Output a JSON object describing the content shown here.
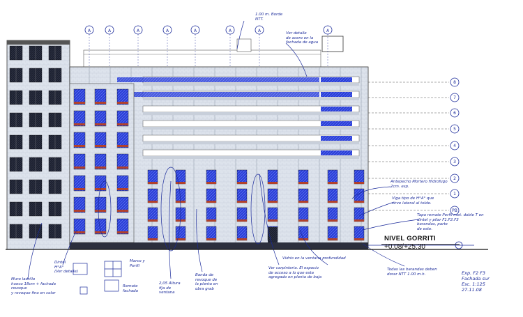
{
  "level_marker": {
    "name": "NIVEL GORRITI",
    "elevation": "+0.08/+25.30"
  },
  "floor_numbers": [
    "8",
    "7",
    "6",
    "5",
    "4",
    "3",
    "2",
    "1",
    "PB"
  ],
  "axis_marks": [
    "A",
    "A",
    "A",
    "A",
    "A",
    "A",
    "A",
    "A",
    "A"
  ],
  "annotations": {
    "top_a": "1.00 m. Borde\nNTT.",
    "top_b": "Ver detalle\nde acero en la\nfachada de agua",
    "right_1": "Antepecho Mortero Hidrofugo\n2cm. esp.",
    "right_2": "Viga tipo de H°A° que\nsirve lateral al toldo.",
    "right_3": "Tapa remate   Perfil met. doble T en\ndintel y pilar F1.F2.F3\nbarandas, parte\nde este.",
    "bottom_1": "Muro ladrillo\nhueco 18cm + fachada\nrevoque\ny revoque fino en color",
    "bottom_2": "Dintel\nH°A°\n(Ver detalle)",
    "bottom_3": "Marco y\nPerfil",
    "bottom_4": "Remate\nfachada",
    "bottom_5": "2,05 Altura\nfija de\nventana",
    "bottom_6": "Banda de\nrevoque de\nla planta en\nobra grab",
    "bottom_7": "Vidrio en la ventana profundidad",
    "bottom_8": "Ver carpinteria. El espacio\nde acceso a lo que esta\nagregado en planta de baja",
    "bottom_9": "Todas las barandas deben\ndorar NTT 1.00 m.h."
  },
  "stamp": "Exp. F2 F3\nFachada sur\nEsc. 1:125\n27.11.08"
}
